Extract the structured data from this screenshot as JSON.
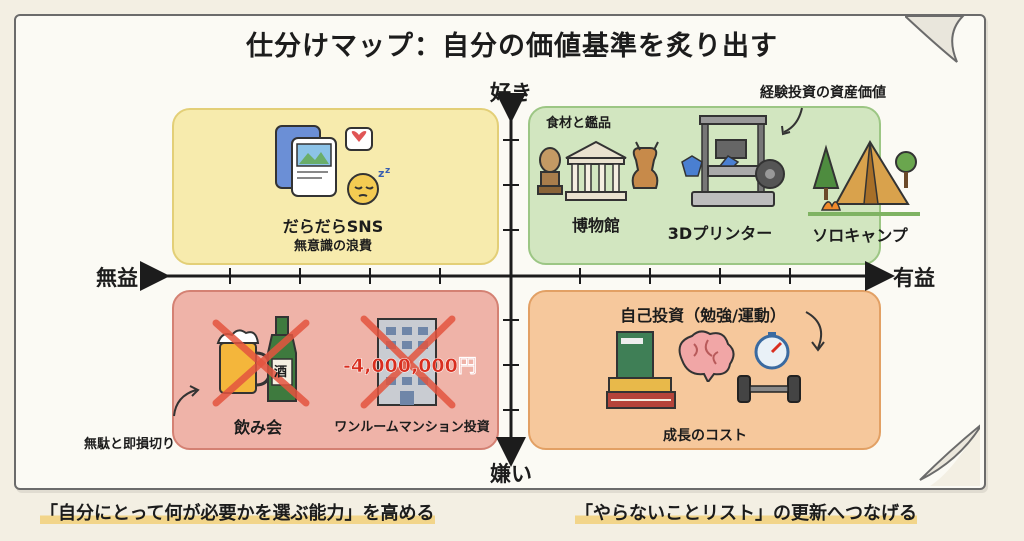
{
  "title": "仕分けマップ：自分の価値基準を炙り出す",
  "axes": {
    "top": "好き",
    "bottom": "嫌い",
    "left": "無益",
    "right": "有益"
  },
  "quadrants": {
    "top_left": {
      "item_label": "だらだらSNS",
      "item_sub": "無意識の浪費"
    },
    "top_right": {
      "annotation": "経験投資の資産価値",
      "small_label": "食材と鑑品",
      "items": [
        "博物館",
        "3Dプリンター",
        "ソロキャンプ"
      ]
    },
    "bottom_left": {
      "items": [
        "飲み会",
        "ワンルームマンション投資"
      ],
      "price": "-4,000,000円",
      "sake_label": "酒",
      "annotation": "無駄と即損切り"
    },
    "bottom_right": {
      "heading": "自己投資（勉強/運動）",
      "caption": "成長のコスト"
    }
  },
  "footer": {
    "left": "「自分にとって何が必要かを選ぶ能力」を高める",
    "right": "「やらないことリスト」の更新へつなげる"
  },
  "colors": {
    "top_left": "#f7ebad",
    "top_right": "#d2e6c0",
    "bottom_left": "#efb3a8",
    "bottom_right": "#f6c89c",
    "cross": "#e4553f"
  }
}
